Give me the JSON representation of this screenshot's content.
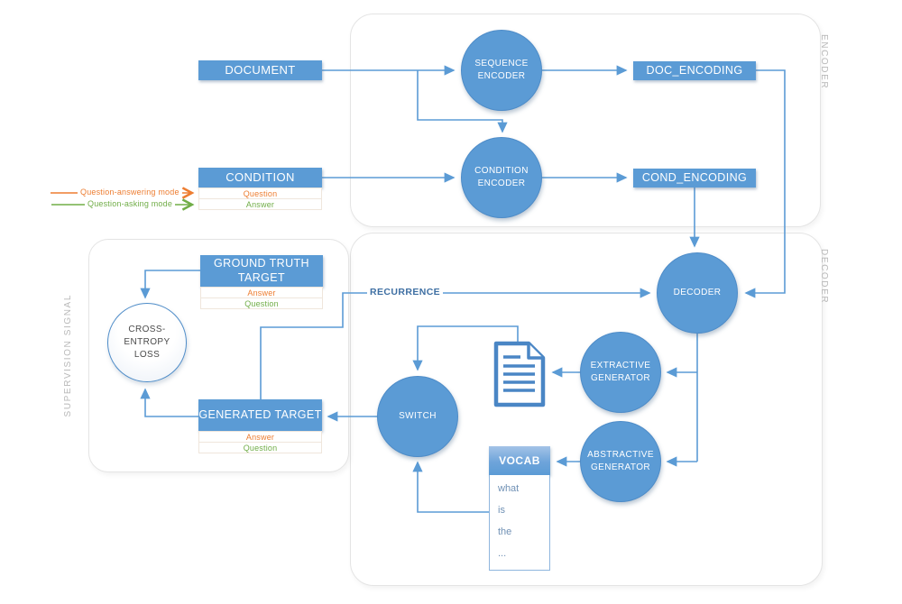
{
  "colors": {
    "primary_blue": "#5b9bd5",
    "dark_blue_text": "#3e6fa3",
    "orange": "#ed7d31",
    "green": "#70ad47",
    "container_border": "#e4e4e4",
    "muted_gray_label": "#b8b8b8"
  },
  "containers": {
    "encoder": {
      "label": "ENCODER"
    },
    "decoder": {
      "label": "DECODER"
    },
    "supervision": {
      "label": "SUPERVISION SIGNAL"
    }
  },
  "nodes": {
    "document": {
      "label": "DOCUMENT"
    },
    "condition": {
      "label": "CONDITION",
      "rows": [
        "Question",
        "Answer"
      ]
    },
    "sequence_encoder": {
      "label": "SEQUENCE ENCODER"
    },
    "condition_encoder": {
      "label": "CONDITION ENCODER"
    },
    "doc_encoding": {
      "label": "DOC_ENCODING"
    },
    "cond_encoding": {
      "label": "COND_ENCODING"
    },
    "decoder": {
      "label": "DECODER"
    },
    "extractive_generator": {
      "label": "EXTRACTIVE GENERATOR"
    },
    "abstractive_generator": {
      "label": "ABSTRACTIVE GENERATOR"
    },
    "switch": {
      "label": "SWITCH"
    },
    "vocab": {
      "label": "VOCAB",
      "items": [
        "what",
        "is",
        "the",
        "..."
      ]
    },
    "ground_truth_target": {
      "label": "GROUND TRUTH TARGET",
      "rows": [
        "Answer",
        "Question"
      ]
    },
    "generated_target": {
      "label": "GENERATED TARGET",
      "rows": [
        "Answer",
        "Question"
      ]
    },
    "cross_entropy_loss": {
      "label": "CROSS-ENTROPY LOSS"
    }
  },
  "annotations": {
    "recurrence": "RECURRENCE",
    "question_answering_mode": "Question-answering mode",
    "question_asking_mode": "Question-asking mode"
  }
}
